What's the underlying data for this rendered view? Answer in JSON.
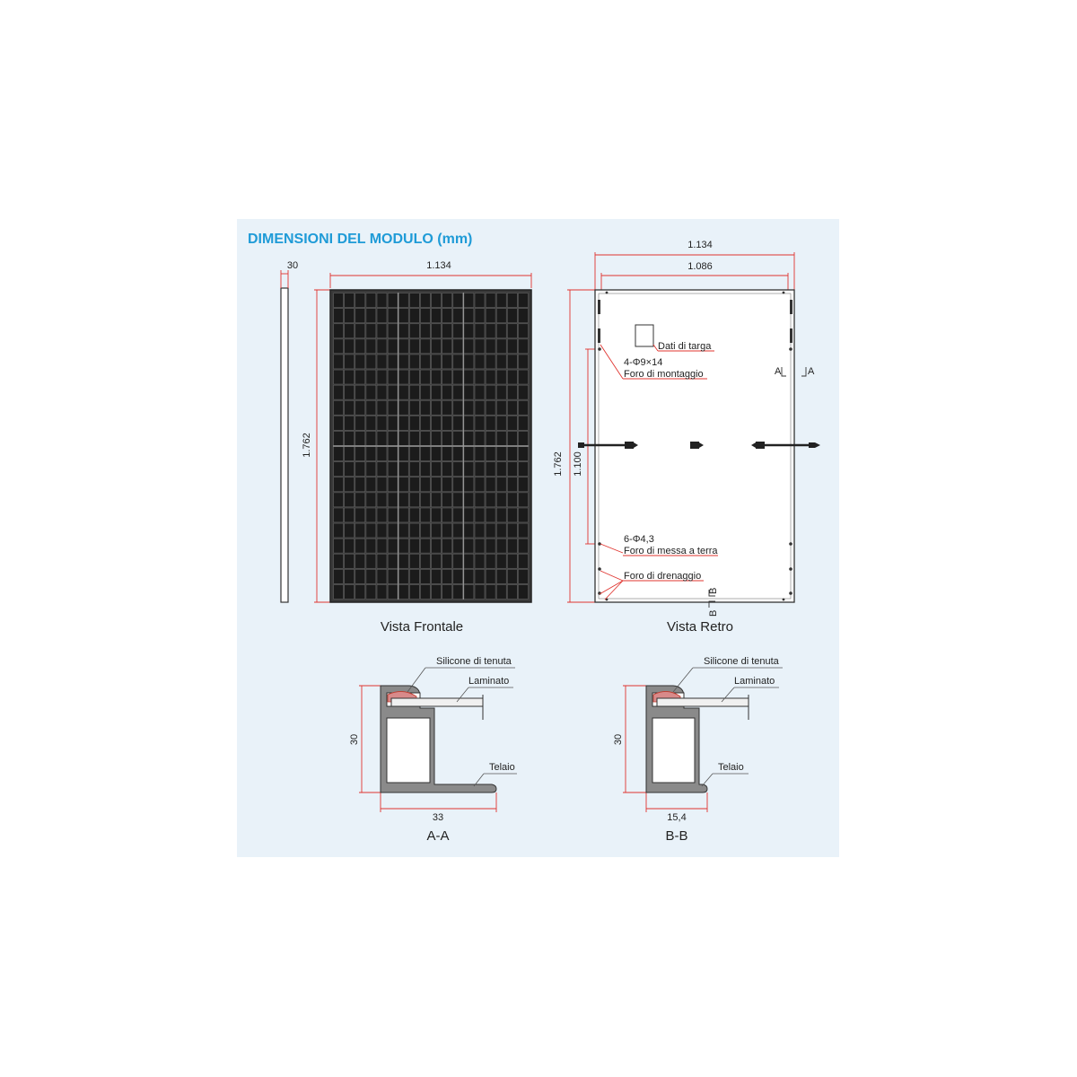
{
  "title": "DIMENSIONI DEL MODULO (mm)",
  "front": {
    "caption": "Vista Frontale",
    "width": "1.134",
    "height": "1.762",
    "thickness": "30",
    "cell_columns": 18,
    "cell_rows": 20
  },
  "back": {
    "caption": "Vista Retro",
    "width_outer": "1.134",
    "width_holes": "1.086",
    "height": "1.762",
    "hole_spacing": "1.100",
    "label_plate": "Dati di targa",
    "mounting_spec": "4-Φ9×14",
    "mounting_label": "Foro di montaggio",
    "ground_spec": "6-Φ4,3",
    "ground_label": "Foro di messa a terra",
    "drain_label": "Foro di drenaggio",
    "section_a_left": "A",
    "section_a_right": "A",
    "section_b_left": "B",
    "section_b_right": "B"
  },
  "section_aa": {
    "caption": "A-A",
    "silicone": "Silicone di tenuta",
    "laminate": "Laminato",
    "frame": "Telaio",
    "height": "30",
    "width": "33"
  },
  "section_bb": {
    "caption": "B-B",
    "silicone": "Silicone di tenuta",
    "laminate": "Laminato",
    "frame": "Telaio",
    "height": "30",
    "width": "15,4"
  },
  "colors": {
    "panel_bg": "#e9f2f9",
    "title": "#1f9bd7",
    "dimension_line": "#e0342f",
    "frame": "#333333"
  }
}
